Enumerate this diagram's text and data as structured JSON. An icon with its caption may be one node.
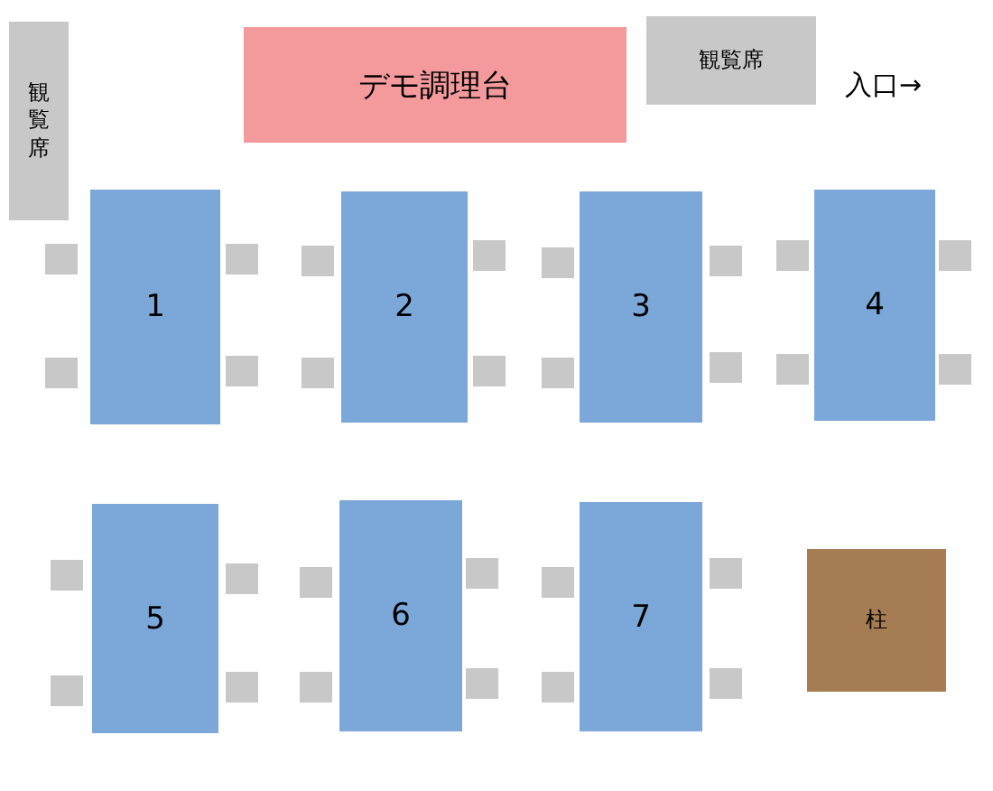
{
  "diagram": {
    "nodes": [
      {
        "text": [
          "観覧席"
        ]
      },
      {
        "text": [
          "デモ調理台"
        ]
      },
      {
        "text": [
          "観覧席"
        ]
      },
      {
        "text": [
          "1"
        ]
      },
      {
        "text": [
          "2"
        ]
      },
      {
        "text": [
          "3"
        ]
      },
      {
        "text": [
          "4"
        ]
      },
      {
        "text": [
          "5"
        ]
      },
      {
        "text": [
          "6"
        ]
      },
      {
        "text": [
          "7"
        ]
      },
      {
        "text": [
          "柱"
        ]
      }
    ],
    "edges": [],
    "labels": [
      "入口→"
    ]
  }
}
